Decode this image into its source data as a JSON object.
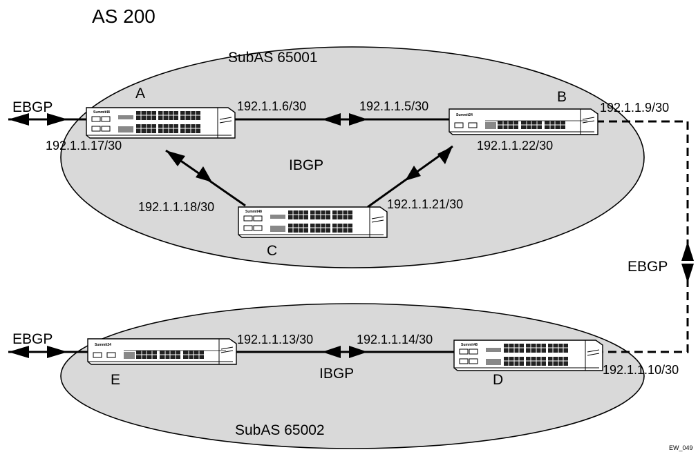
{
  "as_label": "AS 200",
  "subas1": {
    "label": "SubAS 65001",
    "color": "#d9d9d9"
  },
  "subas2": {
    "label": "SubAS 65002",
    "color": "#d9d9d9"
  },
  "nodes": {
    "A": {
      "label": "A",
      "model": "Summit48",
      "ip_left": "192.1.1.17/30",
      "ip_right": "192.1.1.6/30",
      "ebgp": "EBGP"
    },
    "B": {
      "label": "B",
      "model": "Summit24",
      "ip_left": "192.1.1.5/30",
      "ip_right": "192.1.1.9/30",
      "ip_bottom": "192.1.1.22/30"
    },
    "C": {
      "label": "C",
      "model": "Summit48",
      "ip_left": "192.1.1.18/30",
      "ip_right": "192.1.1.21/30"
    },
    "D": {
      "label": "D",
      "model": "Summit48",
      "ip_left": "192.1.1.14/30",
      "ip_right": "192.1.1.10/30"
    },
    "E": {
      "label": "E",
      "model": "Summit24",
      "ip_right": "192.1.1.13/30",
      "ebgp": "EBGP"
    }
  },
  "ibgp_top": "IBGP",
  "ibgp_bottom": "IBGP",
  "ebgp_link": "EBGP",
  "figure_id": "EW_049"
}
